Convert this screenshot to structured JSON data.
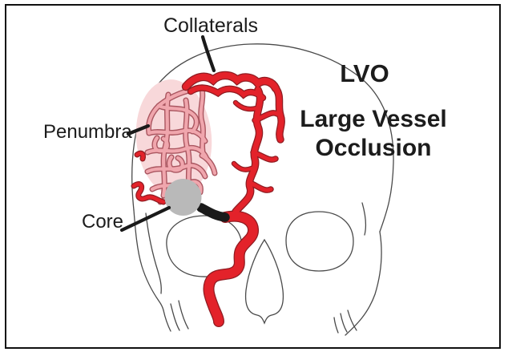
{
  "figure": {
    "type": "medical-diagram",
    "subject": "Large Vessel Occlusion stroke illustration on frontal skull",
    "title_abbr": "LVO",
    "title_line1": "Large Vessel",
    "title_line2": "Occlusion",
    "labels": {
      "collaterals": "Collaterals",
      "penumbra": "Penumbra",
      "core": "Core"
    },
    "colors": {
      "vessel_red": "#e3222a",
      "vessel_red_outline": "#8f1c22",
      "penumbra_fill": "#f8d8da",
      "penumbra_vessel": "#f0a6ad",
      "penumbra_vessel_outline": "#aa5660",
      "core_gray": "#b9b9b9",
      "occlusion_black": "#1a1a1a",
      "skull_line": "#4a4a4a",
      "frame_border": "#101010",
      "background": "#ffffff",
      "text": "#1c1c1c"
    }
  }
}
